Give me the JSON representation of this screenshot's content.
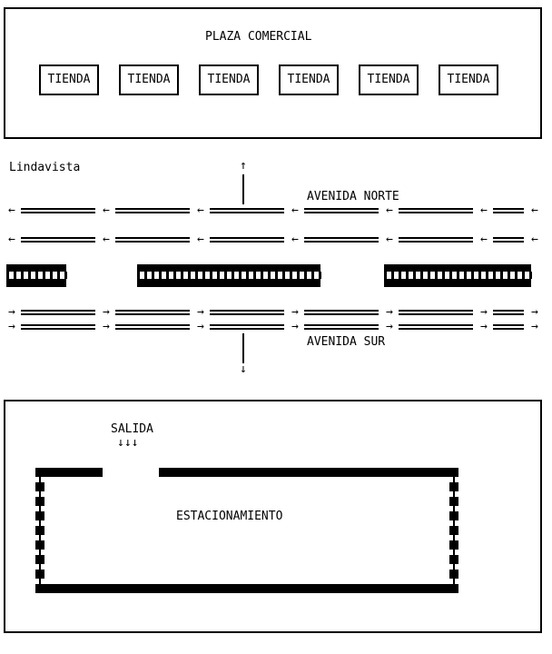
{
  "plaza": {
    "title": "PLAZA COMERCIAL",
    "stores": [
      "TIENDA",
      "TIENDA",
      "TIENDA",
      "TIENDA",
      "TIENDA",
      "TIENDA"
    ]
  },
  "roads": {
    "neighborhood": "Lindavista",
    "north": "AVENIDA NORTE",
    "south": "AVENIDA SUR",
    "arrow_up": "↑",
    "arrow_down": "↓",
    "arrow_left": "←",
    "arrow_right": "→"
  },
  "parking": {
    "exit_label": "SALIDA",
    "exit_arrows": "↓↓↓",
    "label": "ESTACIONAMIENTO"
  }
}
